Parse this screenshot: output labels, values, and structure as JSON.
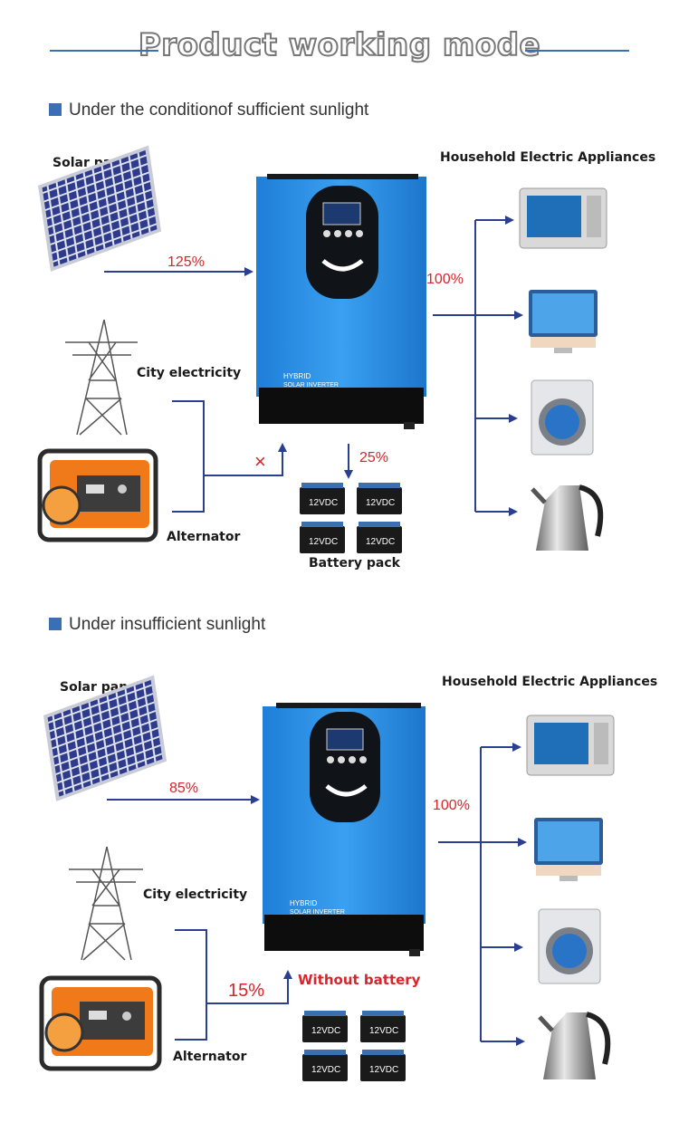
{
  "header": {
    "title": "Product working mode"
  },
  "mode1": {
    "heading": "Under the conditionof sufficient sunlight",
    "solar_label": "Solar panel",
    "city_label": "City electricity",
    "alternator_label": "Alternator",
    "appliances_label": "Household Electric Appliances",
    "battery_label": "Battery pack",
    "solar_pct": "125%",
    "output_pct": "100%",
    "battery_pct": "25%",
    "grid_blocked_mark": "×"
  },
  "mode2": {
    "heading": "Under insufficient sunlight",
    "solar_label": "Solar panel",
    "city_label": "City electricity",
    "alternator_label": "Alternator",
    "appliances_label": "Household Electric Appliances",
    "solar_pct": "85%",
    "output_pct": "100%",
    "grid_pct": "15%",
    "no_battery_label": "Without battery"
  },
  "inverter": {
    "line1": "HYBRID",
    "line2": "SOLAR INVERTER"
  },
  "battery_text": "12VDC",
  "colors": {
    "arrow": "#2a3f8f",
    "accent_red": "#d9242b",
    "inverter_blue": "#2e8ee0",
    "heading_square": "#3a6fb5"
  },
  "icons": [
    "solar-panel-icon",
    "power-tower-icon",
    "generator-icon",
    "hybrid-inverter-icon",
    "battery-icon",
    "microwave-icon",
    "monitor-icon",
    "washing-machine-icon",
    "kettle-icon"
  ]
}
